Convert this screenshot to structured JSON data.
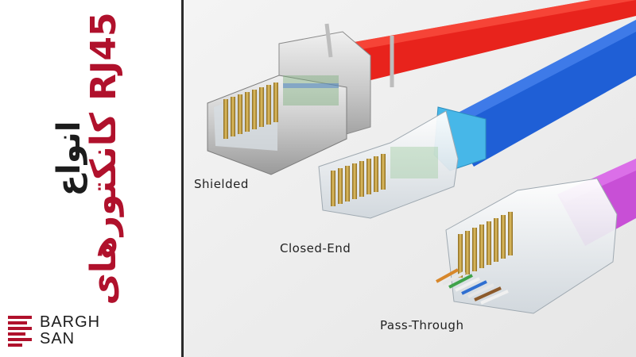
{
  "title": {
    "line1": "انواع",
    "line2": "کانکتورهای RJ45"
  },
  "brand": {
    "line1": "BARGH",
    "line2": "SAN",
    "color": "#b0112c"
  },
  "connectors": [
    {
      "label": "Shielded",
      "cable_color": "#e8231c"
    },
    {
      "label": "Closed-End",
      "cable_color": "#1f5fd6"
    },
    {
      "label": "Pass-Through",
      "cable_color": "#c84fd6"
    }
  ],
  "colors": {
    "title_dark": "#1c1c1c",
    "title_accent": "#b0112c",
    "background": "#f2f2f2"
  }
}
